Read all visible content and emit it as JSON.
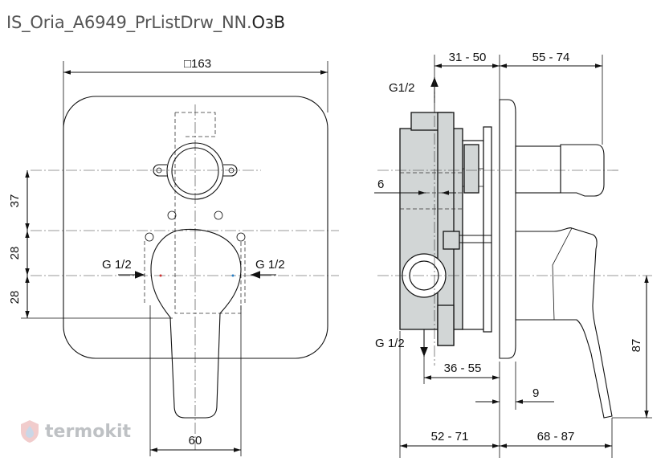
{
  "title": {
    "prefix": "IS_Oria_A6949_PrListDrw_NN.",
    "suffix": "ОзВ"
  },
  "front_view": {
    "width_label": "□163",
    "left_dims": [
      "37",
      "28",
      "28"
    ],
    "left_inlet": "G 1/2",
    "right_inlet": "G 1/2",
    "bottom_dim": "60"
  },
  "side_view": {
    "top_dims": [
      "31 - 50",
      "55 - 74"
    ],
    "top_outlet": "G1/2",
    "bottom_outlet": "G 1/2",
    "depth_dim": "6",
    "mid_dims": [
      "36 - 55",
      "9"
    ],
    "bottom_dims": [
      "52 - 71",
      "68 - 87"
    ],
    "height_dim": "87"
  },
  "watermark": {
    "text": "termokit",
    "icon": "shield-drop-icon"
  }
}
